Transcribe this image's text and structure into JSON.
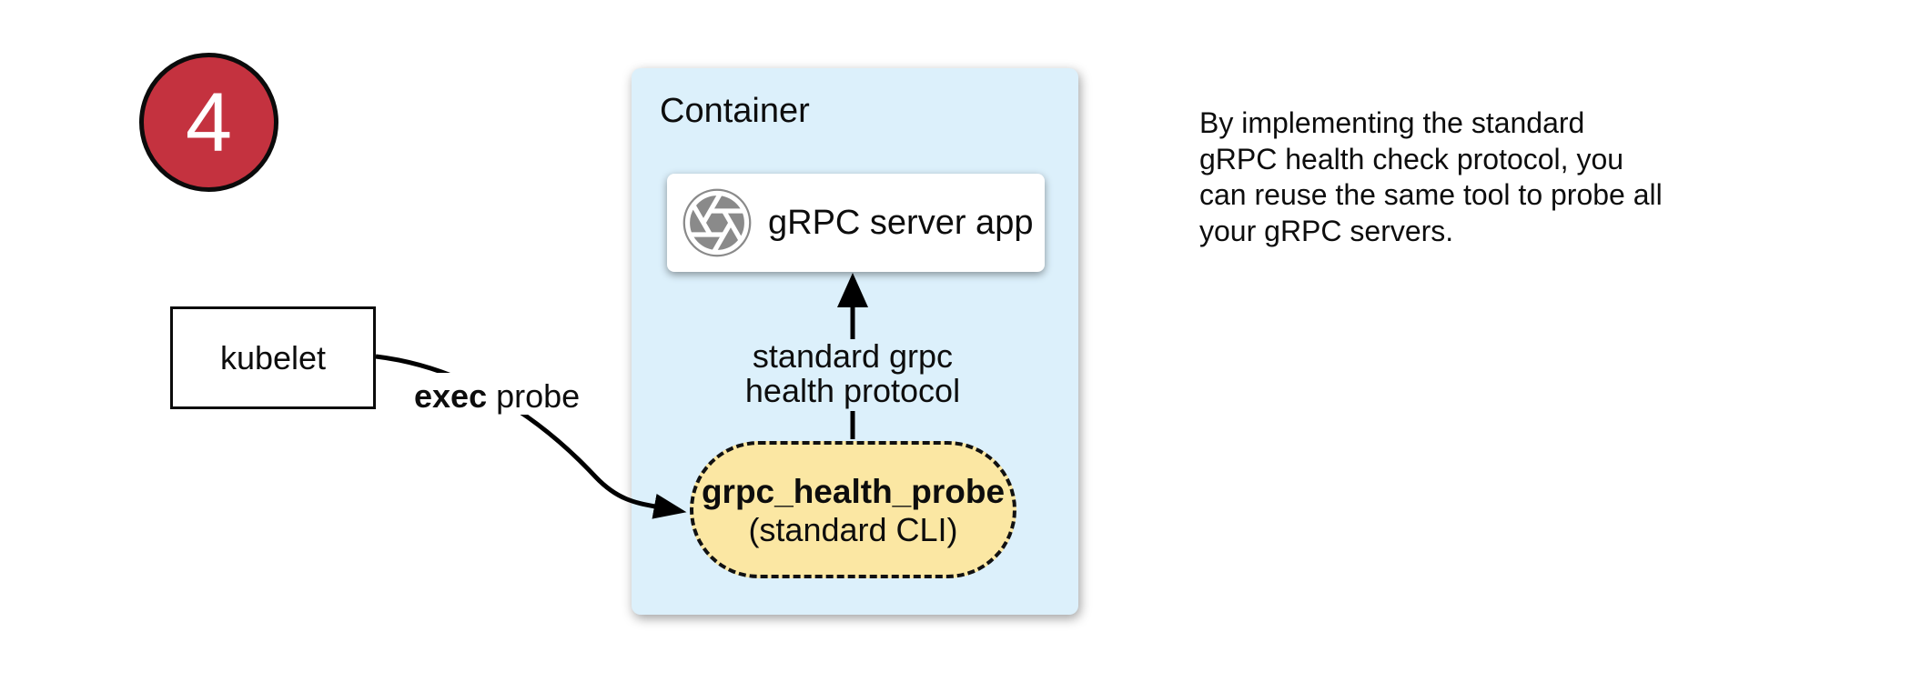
{
  "badge": {
    "number": "4",
    "color": "#C4323F"
  },
  "kubelet": {
    "label": "kubelet"
  },
  "exec_probe": {
    "bold": "exec",
    "rest": " probe"
  },
  "container": {
    "title": "Container",
    "fill": "#DCF0FB",
    "server_app": {
      "label": "gRPC server app",
      "icon": "aperture-icon",
      "icon_color": "#8A8A8A"
    },
    "protocol_arrow_label": {
      "line1": "standard grpc",
      "line2": "health protocol"
    },
    "probe": {
      "title": "grpc_health_probe",
      "subtitle": "(standard CLI)",
      "fill": "#FBE7A3"
    }
  },
  "note": {
    "lines": [
      "By implementing the standard",
      "gRPC health check protocol, you",
      "can reuse the same tool to probe all",
      "your gRPC servers."
    ]
  }
}
